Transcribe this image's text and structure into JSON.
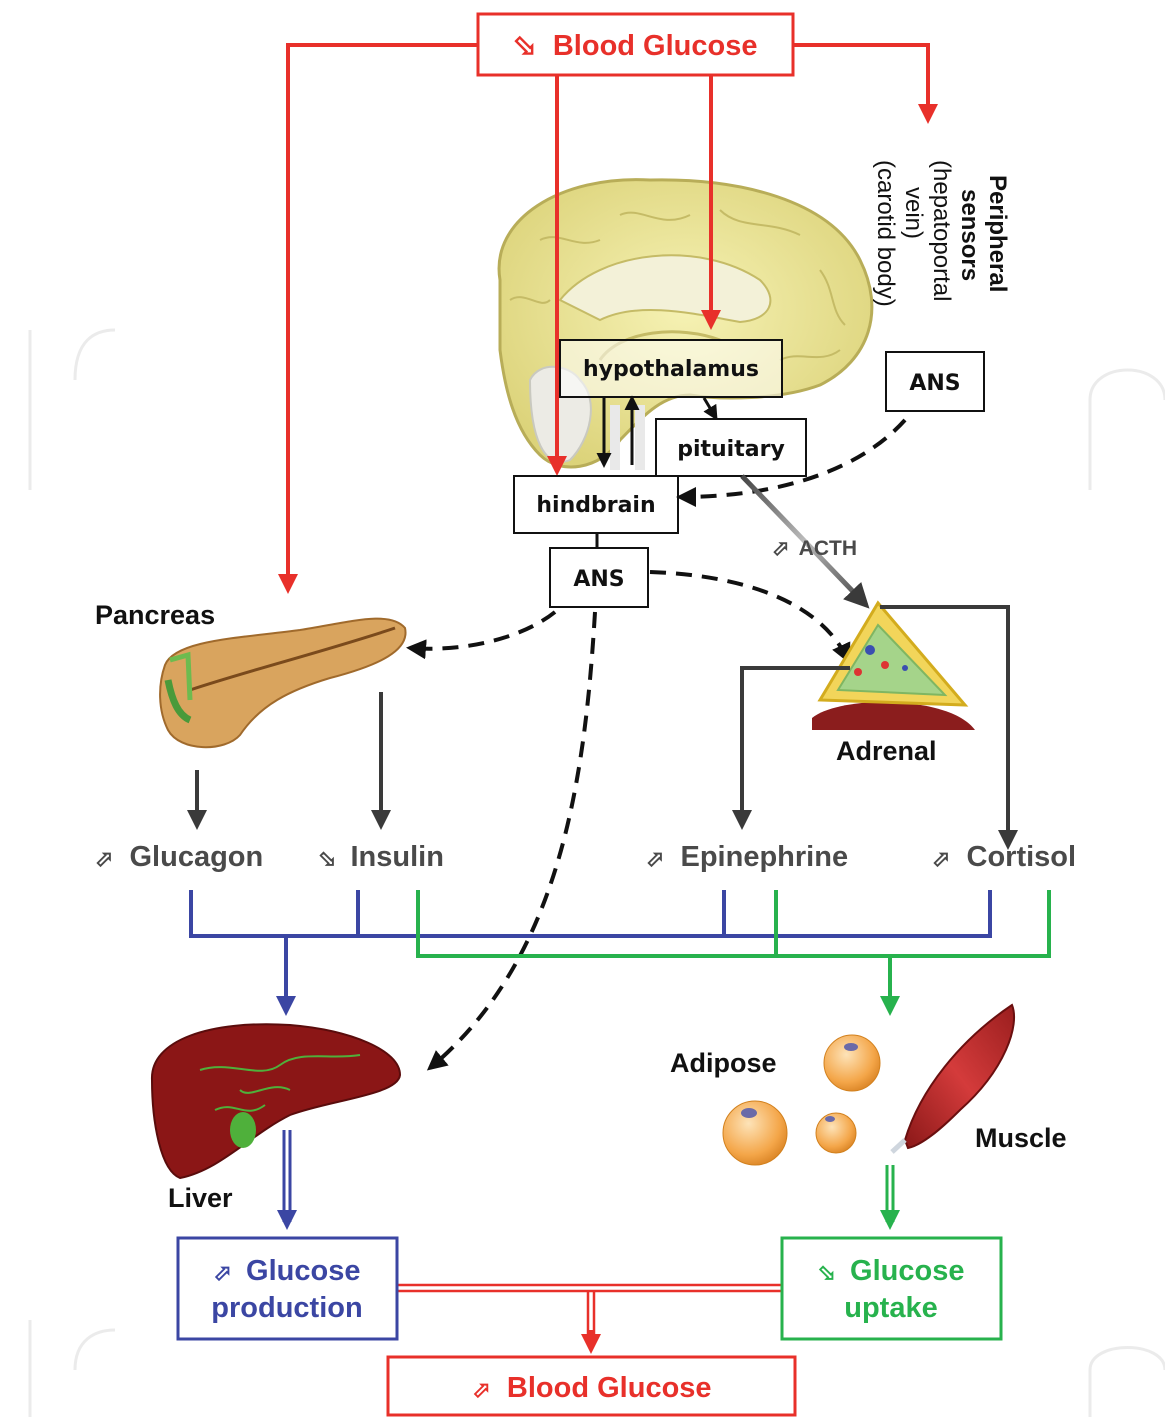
{
  "colors": {
    "red": "#e8302a",
    "blue": "#3b46a3",
    "green": "#27b24d",
    "black": "#222222",
    "gray_text": "#4a4a4a"
  },
  "arrows": {
    "down": "⬂",
    "up": "⬀"
  },
  "top": {
    "label": "Blood Glucose"
  },
  "peripheral": {
    "title_1": "Peripheral",
    "title_2": "sensors",
    "line_1": "(hepatoportal",
    "line_2": "vein)",
    "line_3": "(carotid body)"
  },
  "brain": {
    "hypothalamus": "hypothalamus",
    "pituitary": "pituitary",
    "hindbrain": "hindbrain",
    "ans_central": "ANS",
    "ans_peripheral": "ANS",
    "acth": "ACTH"
  },
  "organs": {
    "pancreas": "Pancreas",
    "adrenal": "Adrenal",
    "liver": "Liver",
    "adipose": "Adipose",
    "muscle": "Muscle"
  },
  "hormones": {
    "glucagon": "Glucagon",
    "insulin": "Insulin",
    "epinephrine": "Epinephrine",
    "cortisol": "Cortisol"
  },
  "outcomes": {
    "production_1": "Glucose",
    "production_2": "production",
    "uptake_1": "Glucose",
    "uptake_2": "uptake",
    "bottom": "Blood Glucose"
  }
}
